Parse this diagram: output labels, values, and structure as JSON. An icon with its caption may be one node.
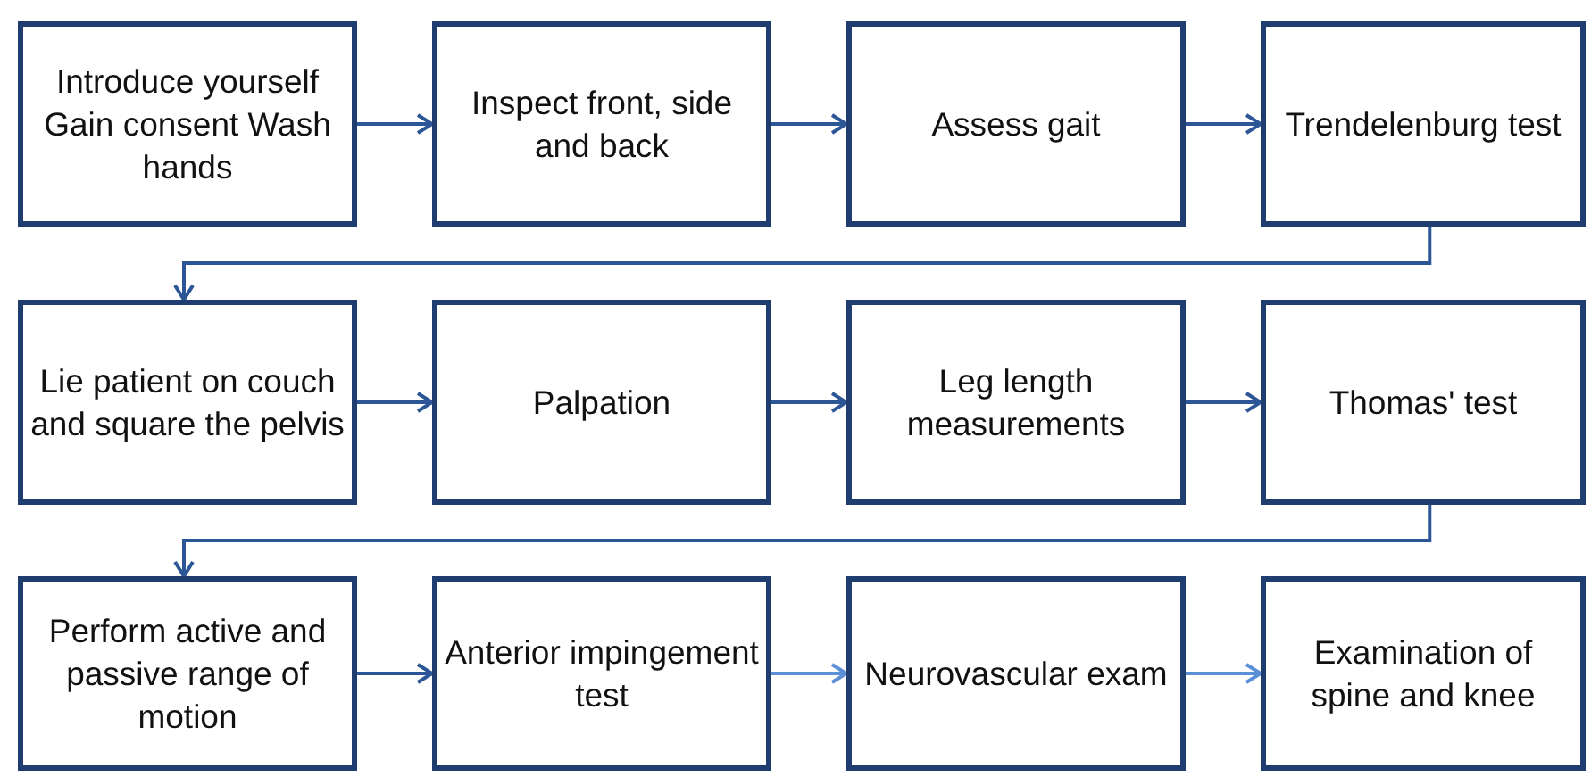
{
  "diagram": {
    "nodes": [
      {
        "text": [
          "Introduce yourself Gain consent Wash hands"
        ]
      },
      {
        "text": [
          "Inspect front, side and back"
        ]
      },
      {
        "text": [
          "Assess gait"
        ]
      },
      {
        "text": [
          "Trendelenburg test"
        ]
      },
      {
        "text": [
          "Lie patient on couch and square the pelvis"
        ]
      },
      {
        "text": [
          "Palpation"
        ]
      },
      {
        "text": [
          "Leg length measurements"
        ]
      },
      {
        "text": [
          "Thomas' test"
        ]
      },
      {
        "text": [
          "Perform active and passive range of motion"
        ]
      },
      {
        "text": [
          "Anterior impingement test"
        ]
      },
      {
        "text": [
          "Neurovascular exam"
        ]
      },
      {
        "text": [
          "Examination of spine and knee"
        ]
      }
    ],
    "edges": [
      {
        "from": 0,
        "to": 1,
        "arrow": "to"
      },
      {
        "from": 1,
        "to": 2,
        "arrow": "to"
      },
      {
        "from": 2,
        "to": 3,
        "arrow": "to"
      },
      {
        "from": 3,
        "to": 4,
        "arrow": "to"
      },
      {
        "from": 4,
        "to": 5,
        "arrow": "to"
      },
      {
        "from": 5,
        "to": 6,
        "arrow": "to"
      },
      {
        "from": 6,
        "to": 7,
        "arrow": "to"
      },
      {
        "from": 7,
        "to": 8,
        "arrow": "to"
      },
      {
        "from": 8,
        "to": 9,
        "arrow": "to"
      },
      {
        "from": 9,
        "to": 10,
        "arrow": "to",
        "color": "#5b8fd6"
      },
      {
        "from": 10,
        "to": 11,
        "arrow": "to",
        "color": "#5b8fd6"
      }
    ]
  }
}
